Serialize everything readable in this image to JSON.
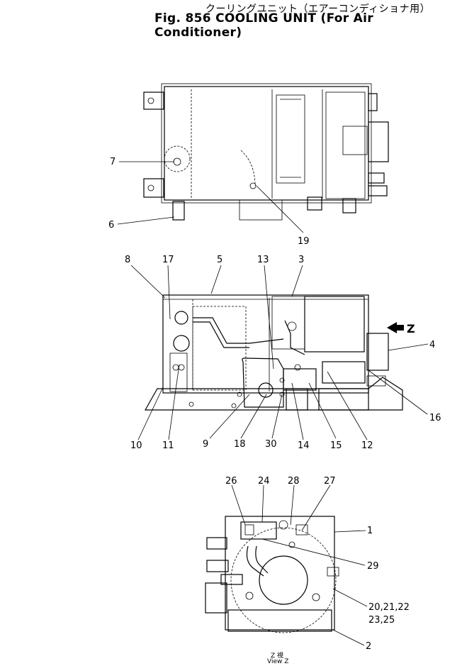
{
  "header": {
    "jp": "クーリングユニット（エアーコンディショナ用）",
    "en": "Fig. 856 COOLING UNIT (For Air Conditioner)"
  },
  "view_label": {
    "jp": "Z 視",
    "en": "View Z"
  },
  "arrow_label": "Z",
  "callouts": {
    "top": [
      "7",
      "6",
      "19"
    ],
    "middle": [
      "8",
      "17",
      "5",
      "13",
      "3",
      "4",
      "16",
      "10",
      "11",
      "9",
      "18",
      "30",
      "14",
      "15",
      "12"
    ],
    "bottom": [
      "26",
      "24",
      "28",
      "27",
      "1",
      "29",
      "20,21,22",
      "23,25",
      "2"
    ]
  }
}
